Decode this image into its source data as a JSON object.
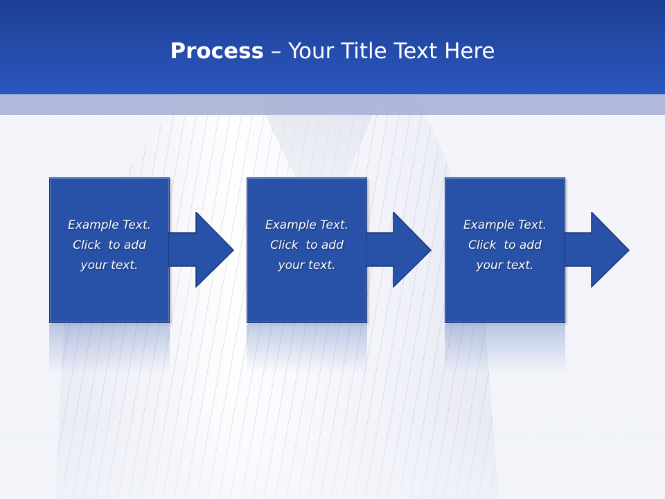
{
  "slide": {
    "title_bold": "Process",
    "title_rest": " – Your Title Text Here"
  },
  "colors": {
    "header_top": "#1d3f93",
    "header_bottom": "#2a57bf",
    "subbar": "#aab3d6",
    "box_fill": "#2851a8",
    "box_border": "#173476",
    "text": "#ffffff"
  },
  "steps": [
    {
      "line1": "Example Text.",
      "line2": "Click  to add",
      "line3": "your text."
    },
    {
      "line1": "Example Text.",
      "line2": "Click  to add",
      "line3": "your text."
    },
    {
      "line1": "Example Text.",
      "line2": "Click  to add",
      "line3": "your text."
    }
  ]
}
